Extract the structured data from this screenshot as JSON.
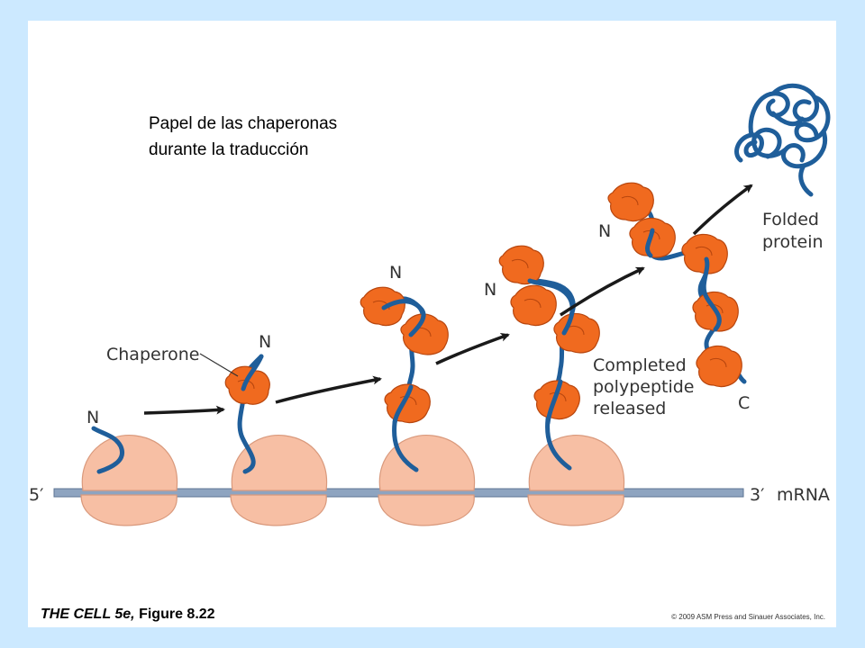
{
  "title": {
    "line1": "Papel de las chaperonas",
    "line2": "durante la traducción"
  },
  "labels": {
    "chaperone": "Chaperone",
    "n_terminus": "N",
    "c_terminus": "C",
    "completed_1": "Completed",
    "completed_2": "polypeptide",
    "completed_3": "released",
    "folded_1": "Folded",
    "folded_2": "protein",
    "five_prime": "5′",
    "three_prime": "3′",
    "mrna": "mRNA"
  },
  "footer": {
    "book": "THE CELL 5e,",
    "figure": "Figure 8.22",
    "copyright": "© 2009 ASM Press and Sinauer Associates, Inc."
  },
  "colors": {
    "background": "#cce9ff",
    "ribosome": "#f7bfa4",
    "chaperone": "#f06a1f",
    "polypeptide": "#1f5e9a",
    "mrna": "#8ea4c0"
  }
}
